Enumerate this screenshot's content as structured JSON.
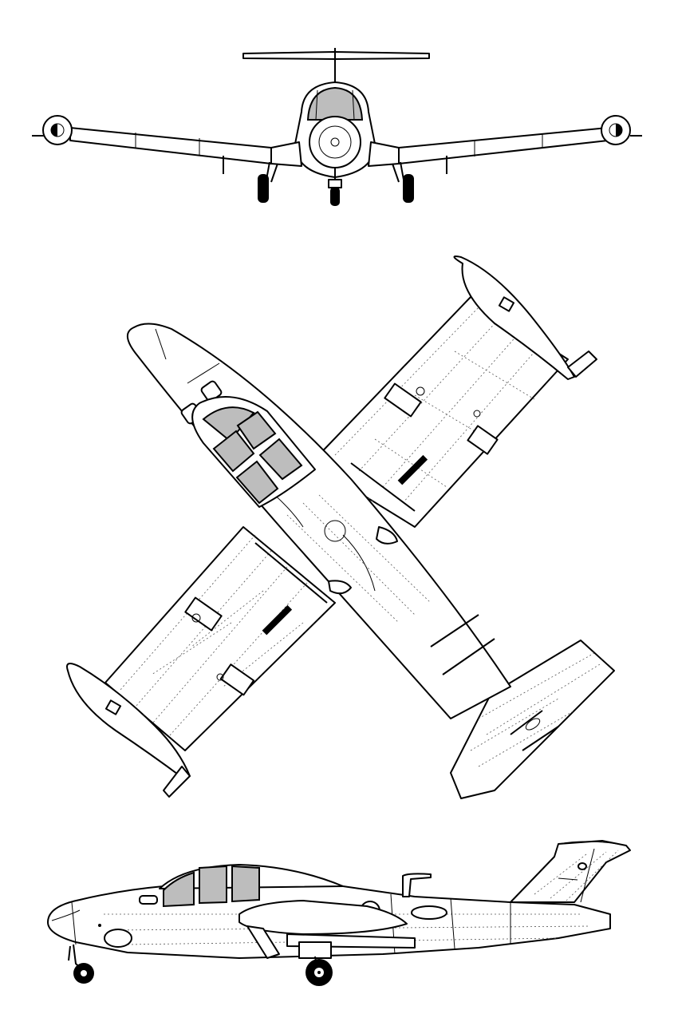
{
  "drawing": {
    "views": [
      "front",
      "top",
      "side"
    ],
    "colors": {
      "line": "#000000",
      "glass": "#bdbdbd",
      "background": "#ffffff"
    }
  }
}
